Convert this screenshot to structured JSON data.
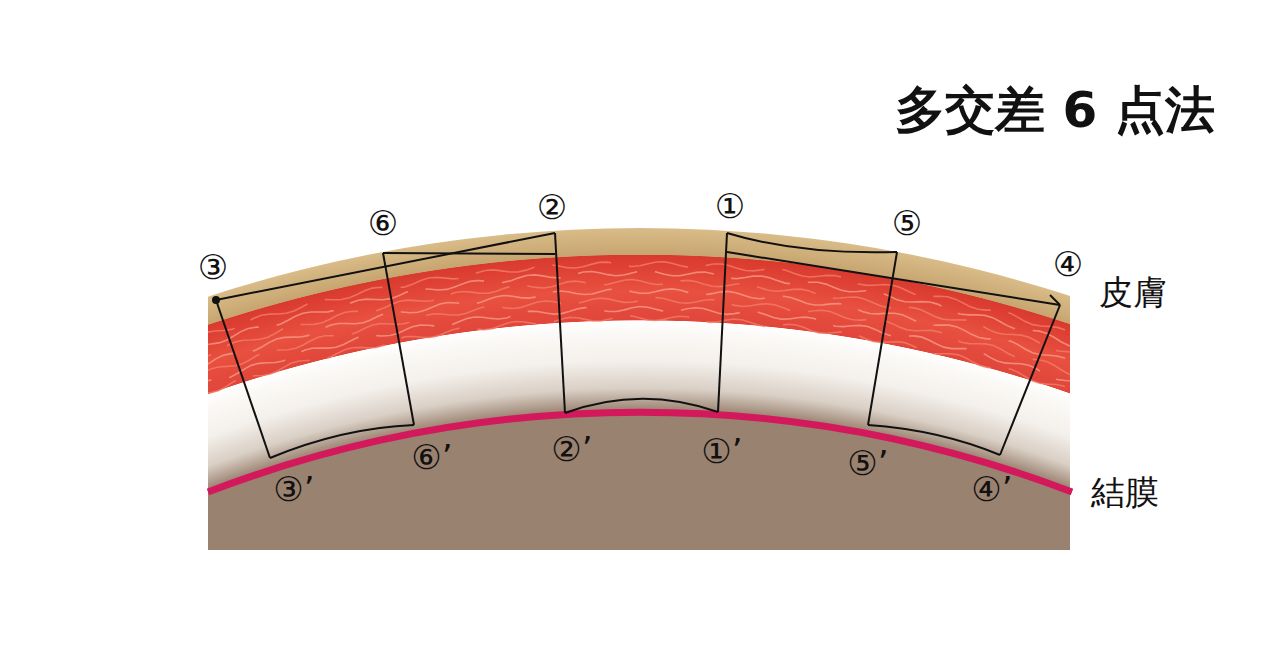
{
  "diagram": {
    "title": "多交差 6 点法",
    "labels": [
      "③",
      "⑥",
      "②",
      "①",
      "⑤",
      "④",
      "皮膚",
      "③’",
      "⑥’",
      "②’",
      "①’",
      "⑤’",
      "④’",
      "結膜"
    ]
  }
}
